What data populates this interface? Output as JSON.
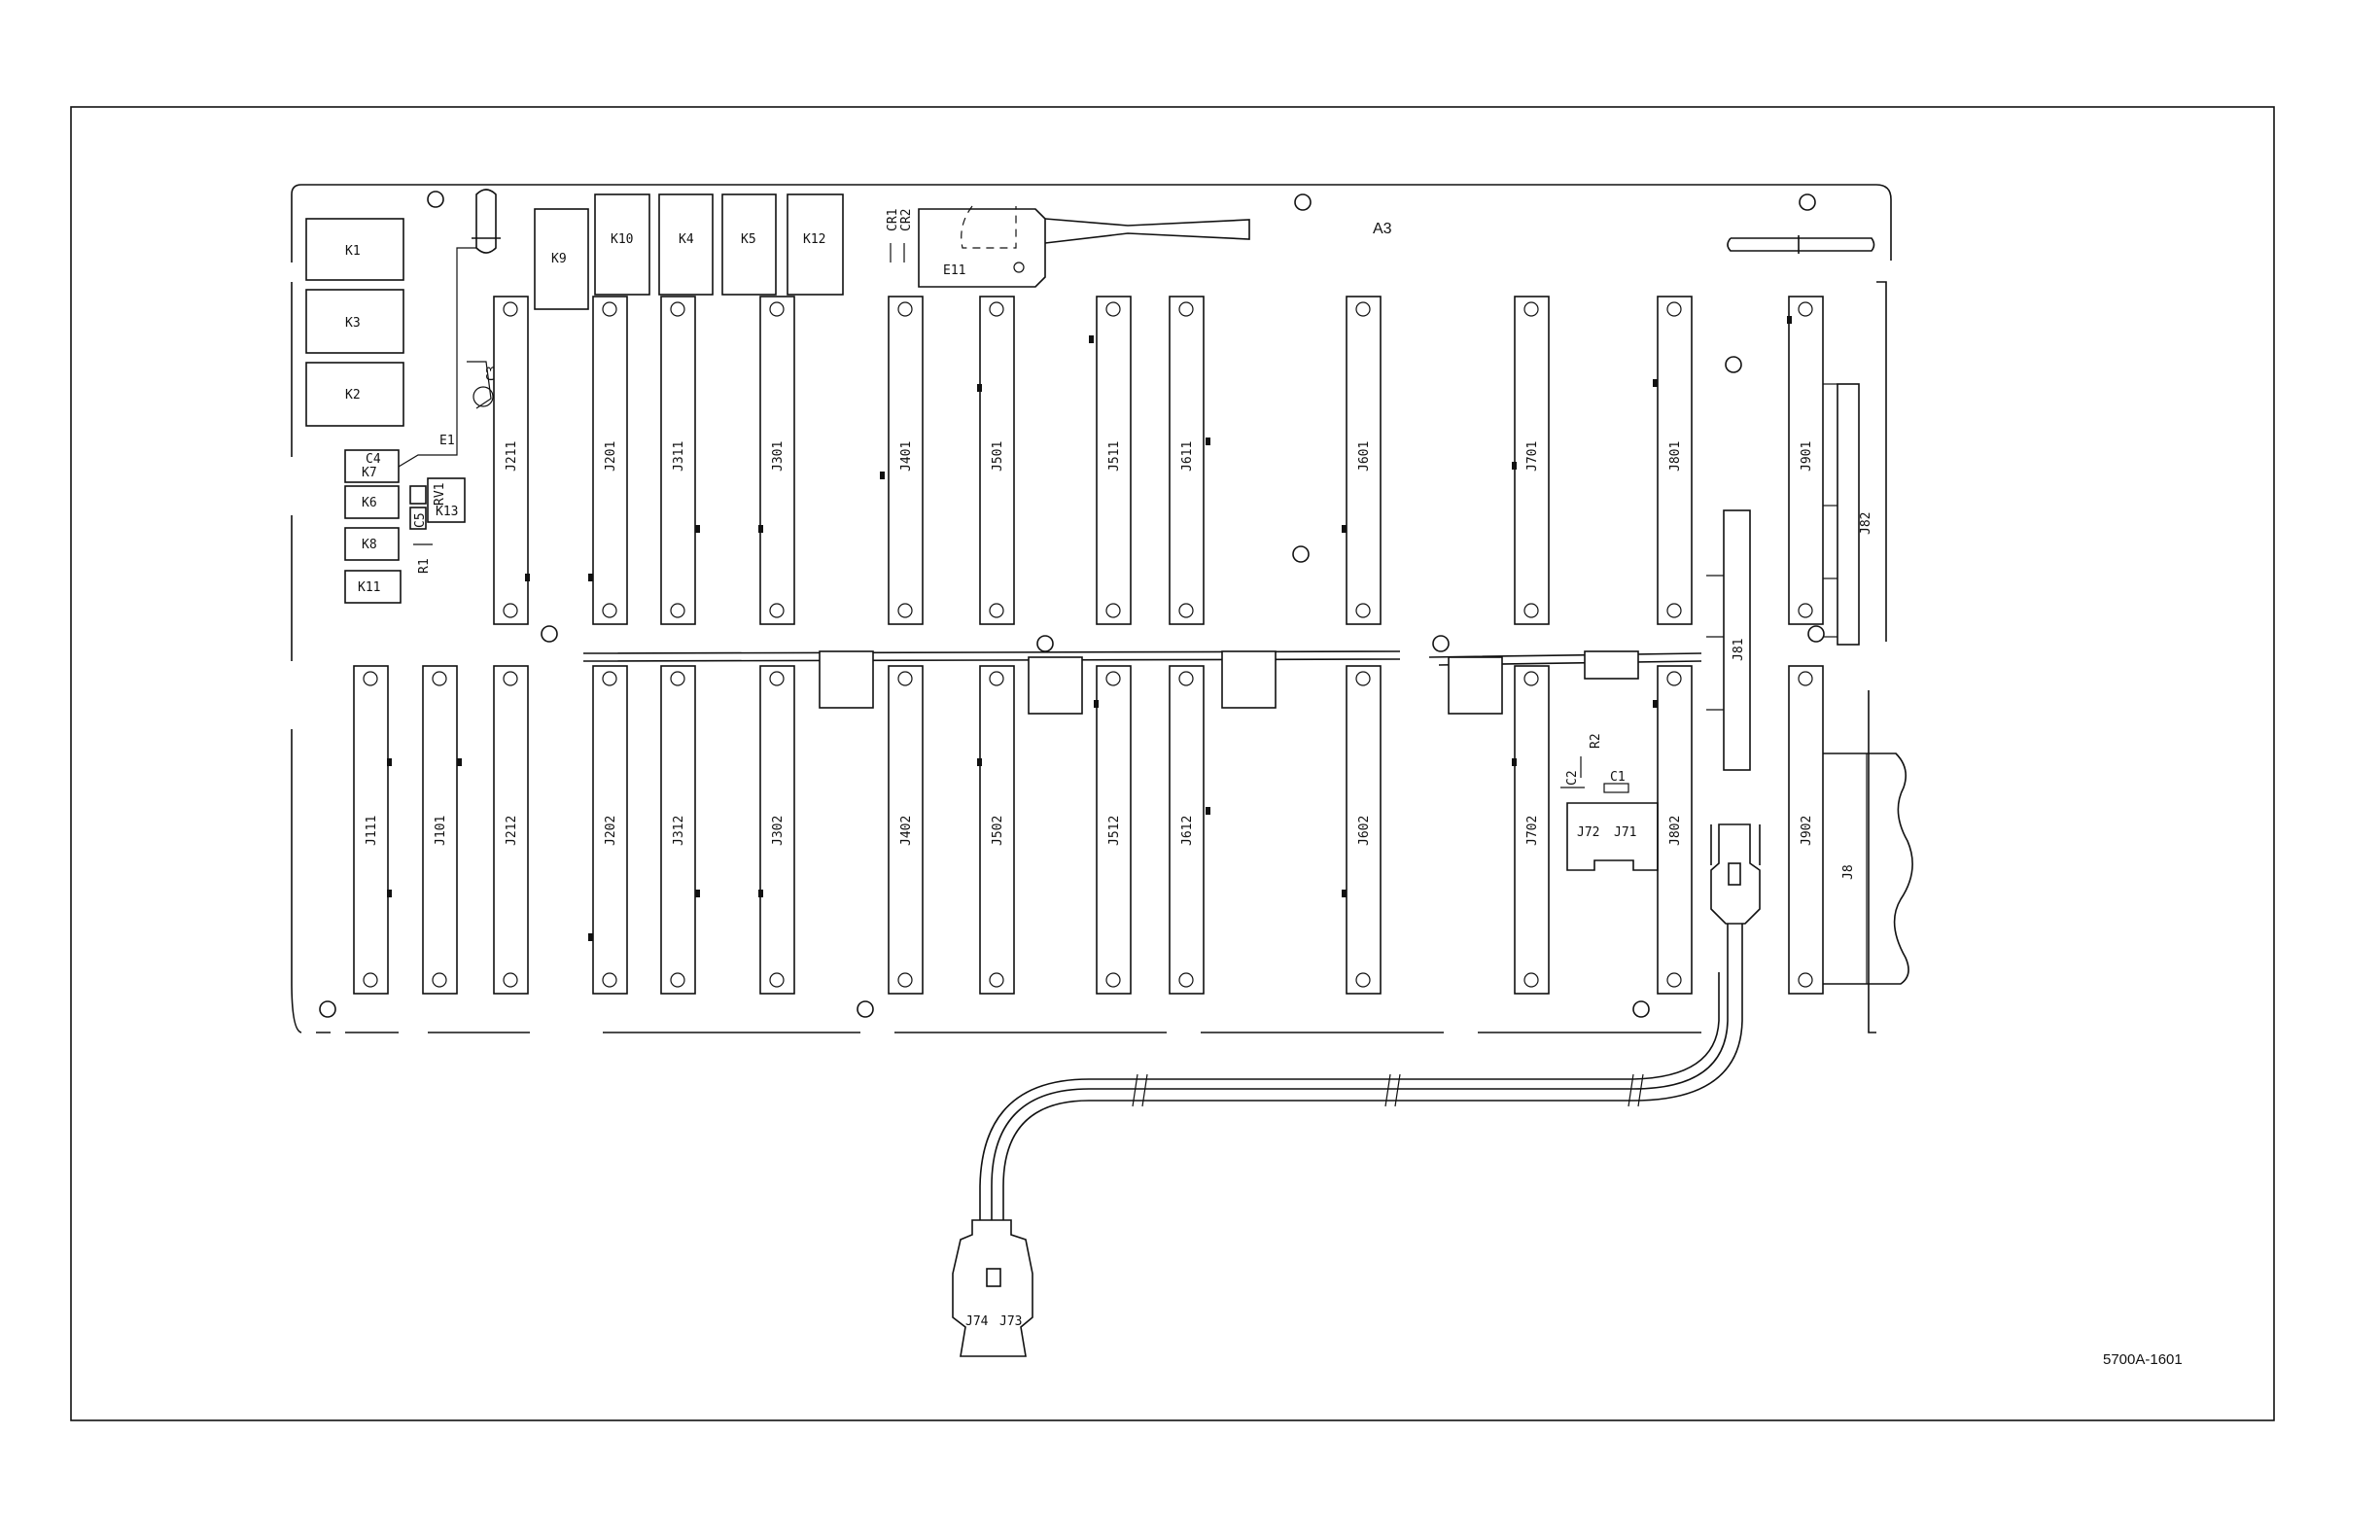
{
  "board": {
    "designator": "A3",
    "figure_number": "5700A-1601"
  },
  "relays": [
    "K1",
    "K3",
    "K2",
    "K7",
    "K6",
    "K8",
    "K11",
    "K13",
    "K9",
    "K10",
    "K4",
    "K5",
    "K12"
  ],
  "components": [
    "E1",
    "E11",
    "C3",
    "C4",
    "C5",
    "RV1",
    "R1",
    "CR1",
    "CR2",
    "R2",
    "C2",
    "C1"
  ],
  "top_connectors": [
    "J211",
    "J201",
    "J311",
    "J301",
    "J401",
    "J501",
    "J511",
    "J611",
    "J601",
    "J701",
    "J801",
    "J901"
  ],
  "bottom_connectors": [
    "J111",
    "J101",
    "J212",
    "J202",
    "J312",
    "J302",
    "J402",
    "J502",
    "J512",
    "J612",
    "J602",
    "J702",
    "J802",
    "J902"
  ],
  "side_connectors": [
    "J82",
    "J81",
    "J8"
  ],
  "small_connectors": [
    "J72",
    "J71"
  ],
  "cable_connectors": [
    "J74",
    "J73"
  ]
}
